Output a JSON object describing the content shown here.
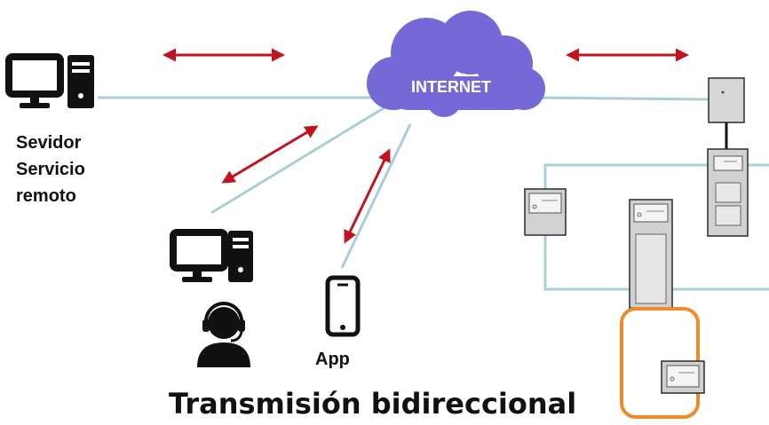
{
  "cloud": {
    "label": "INTERNET",
    "color": "#7469d6",
    "text_color": "#ffffff"
  },
  "server": {
    "label_lines": [
      "Sevidor",
      "Servicio",
      "remoto"
    ]
  },
  "app": {
    "label": "App"
  },
  "title": "Transmisión bidireccional",
  "icons": [
    "desktop-computer-icon",
    "operator-headset-icon",
    "smartphone-icon",
    "control-panel-icon",
    "mobile-device-icon"
  ],
  "colors": {
    "arrow": "#c0141e",
    "link_line": "#a9cfd4",
    "device_fill": "#cfd1d3",
    "device_stroke": "#2a2a2a",
    "highlight": "#ee8b2b"
  }
}
